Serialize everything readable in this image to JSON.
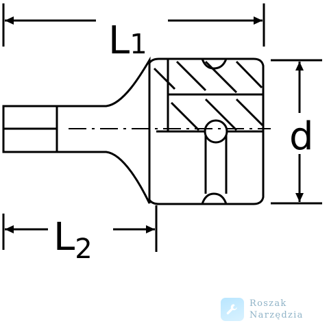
{
  "diagram": {
    "dimensions": {
      "overall_length": {
        "letter": "L",
        "subscript": "1"
      },
      "insert_length": {
        "letter": "L",
        "subscript": "2"
      },
      "diameter": {
        "letter": "d"
      }
    }
  },
  "watermark": {
    "line1": "Roszak",
    "line2": "Narzędzia",
    "icon": "wrench-icon",
    "color": "#8fb3c7"
  }
}
